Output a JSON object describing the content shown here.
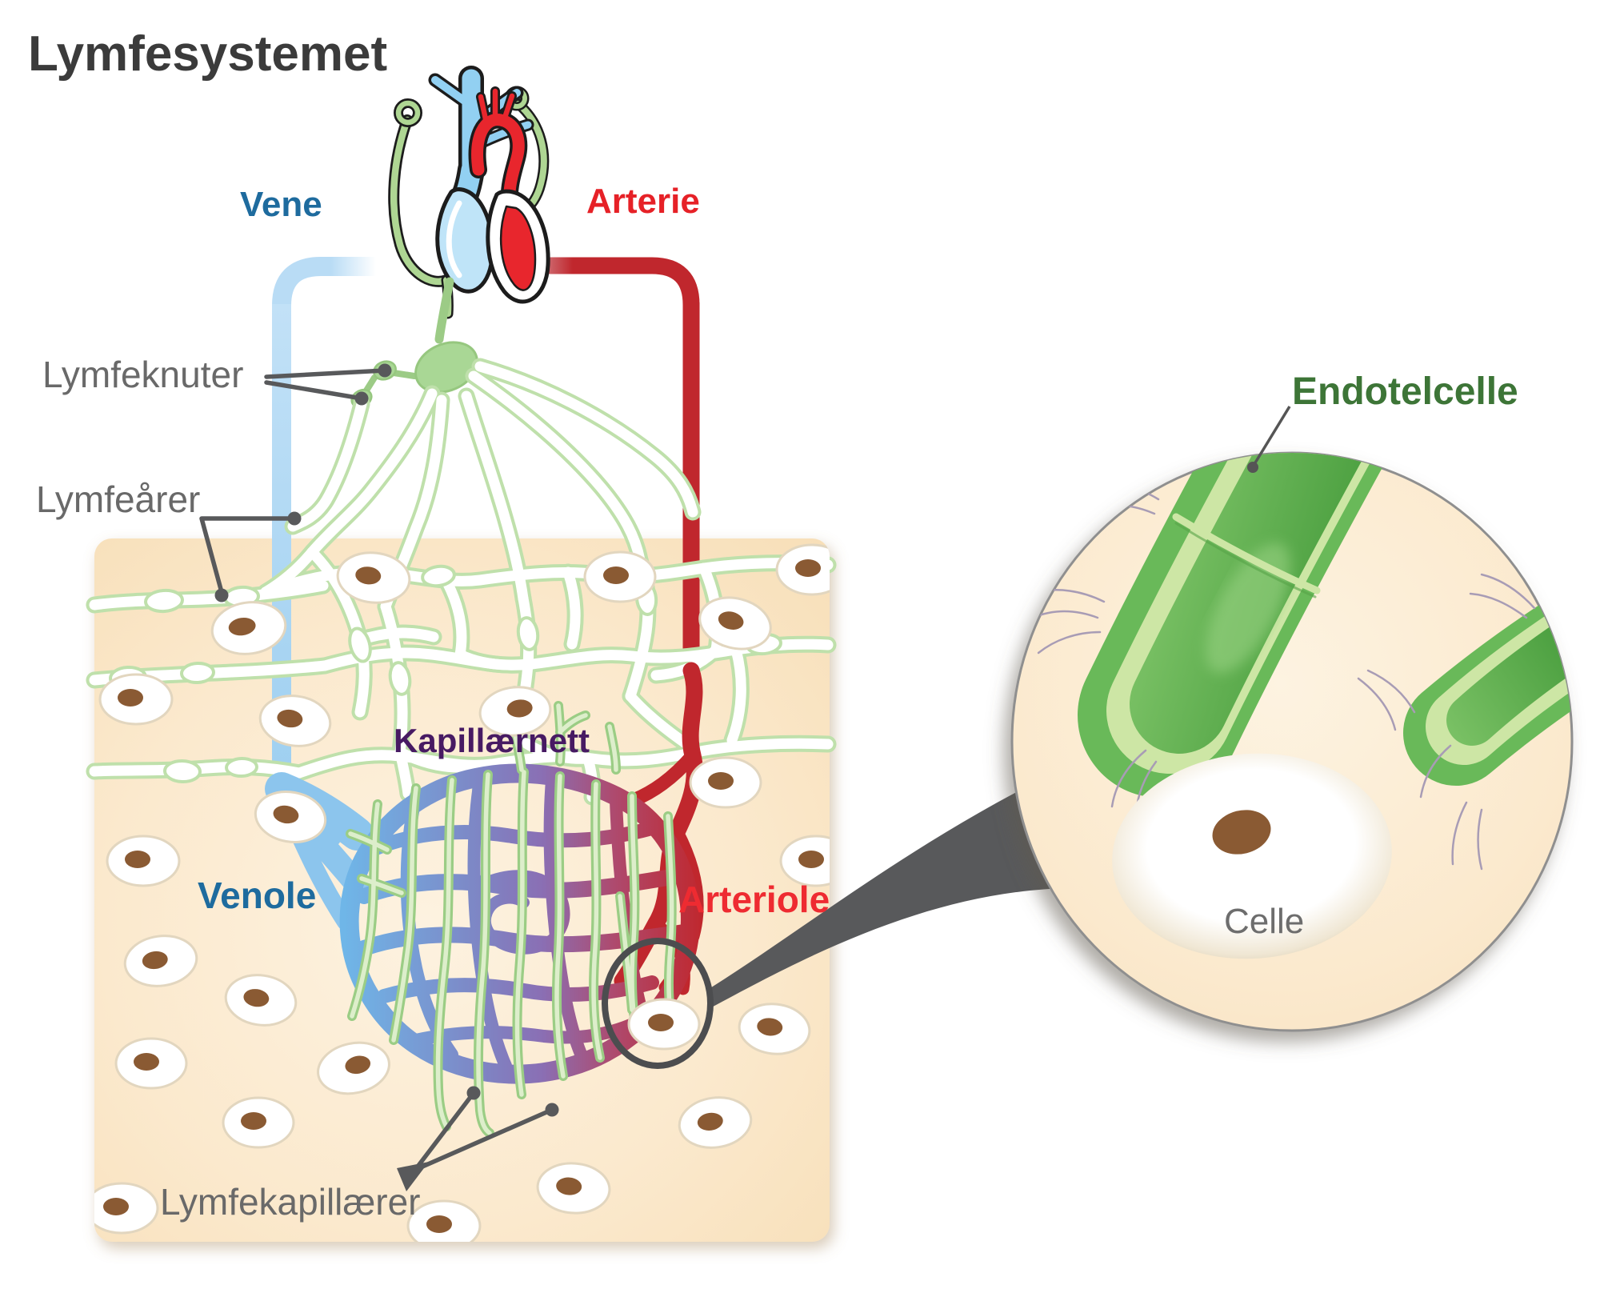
{
  "title": "Lymfesystemet",
  "labels": {
    "circulation": {
      "vene": "Vene",
      "arterie": "Arterie"
    },
    "lymphatic": {
      "lymfeknuter": "Lymfeknuter",
      "lymfearer": "Lymfeårer",
      "lymfekapillaerer": "Lymfekapillærer"
    },
    "tissue": {
      "kapillaernett": "Kapillærnett",
      "venole": "Venole",
      "arteriole": "Arteriole"
    },
    "inset": {
      "endotelcelle": "Endotelcelle",
      "celle": "Celle"
    }
  },
  "colors": {
    "title_text": "#3b3b3b",
    "gray_label": "#696969",
    "vein_label": "#1e6b9e",
    "artery_label": "#e62127",
    "arteriole_label": "#ee2b31",
    "capillary_label": "#471a63",
    "endothel_label": "#3d7537",
    "celle_label": "#6d6d6d",
    "vein_tube": "#b9dcf5",
    "artery_tube": "#c0272d",
    "lymph_vessel_green": "#bfe0ab",
    "lymph_node_green": "#a9d795",
    "capillary_blue": "#6fb6e8",
    "capillary_purple": "#8a6fb4",
    "capillary_red": "#c0272d",
    "endothelial_green": "#69b959",
    "endothelial_lining": "#cde6a5",
    "tissue_peach": "#fbe9cd",
    "cell_white": "#ffffff",
    "nucleus_brown": "#8a5a33",
    "pointer_gray": "#58595b"
  }
}
